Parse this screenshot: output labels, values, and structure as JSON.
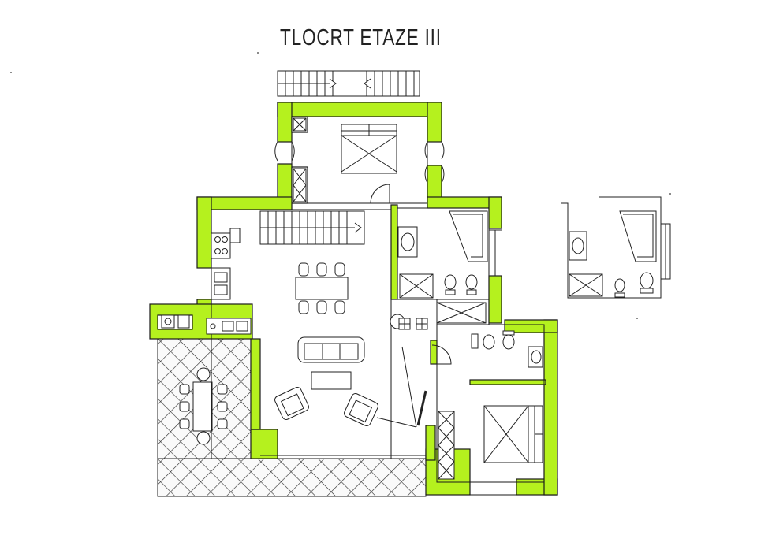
{
  "title": "TLOCRT ETAZE III",
  "colors": {
    "wall": "#b5f11e",
    "line": "#1a1a1a",
    "background": "#ffffff"
  },
  "plan": {
    "rooms": [
      "bedroom-north",
      "living-dining",
      "bathroom-north",
      "bathroom-east",
      "bedroom-south",
      "terrace",
      "kitchen"
    ],
    "dining_chairs": 6,
    "terrace_chairs": 8,
    "stair_flights": 3,
    "detail_inset": "bathroom-detail"
  }
}
